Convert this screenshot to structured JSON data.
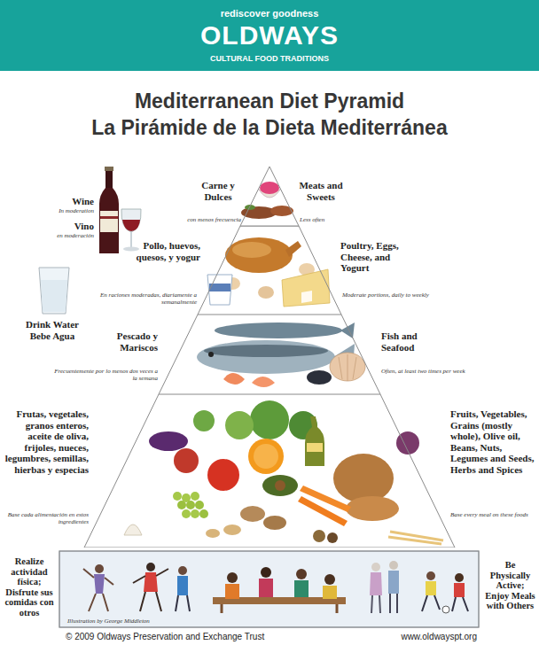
{
  "diagram": {
    "title": "Mediterranean Diet Pyramid",
    "nodes": [
      {
        "text": [
          "Carne y Dulces",
          "con menos frecuencia",
          "Meats and Sweets",
          "Less often"
        ]
      },
      {
        "text": [
          "Pollo, huevos, quesos, y yogur",
          "En raciones moderadas, diariamente a semanalmente",
          "Poultry, Eggs, Cheese, and Yogurt",
          "Moderate portions, daily to weekly"
        ]
      },
      {
        "text": [
          "Pescado y Mariscos",
          "Frecuentemente por lo menos dos veces a la semana",
          "Fish and Seafood",
          "Often, at least two times per week"
        ]
      },
      {
        "text": [
          "Frutas, vegetales, granos enteros, aceite de oliva, frijoles, nueces, legumbres, semillas, hierbas y especias",
          "Base cada alimentación en estos ingredientes",
          "Fruits, Vegetables, Grains (mostly whole), Olive oil, Beans, Nuts, Legumes and Seeds, Herbs and Spices",
          "Base every meal on these foods"
        ]
      },
      {
        "text": [
          "Realize actividad física; Disfrute sus comidas con otros",
          "Be Physically Active; Enjoy Meals with Others",
          "Illustration by George Middleton"
        ]
      }
    ],
    "labels": [
      "rediscover goodness",
      "OLDWAYS",
      "CULTURAL FOOD TRADITIONS",
      "La Pirámide de la Dieta Mediterránea",
      "Wine",
      "In moderation",
      "Vino",
      "en moderación",
      "Drink Water",
      "Bebe Agua",
      "© 2009 Oldways Preservation and Exchange Trust",
      "www.oldwayspt.org"
    ]
  }
}
